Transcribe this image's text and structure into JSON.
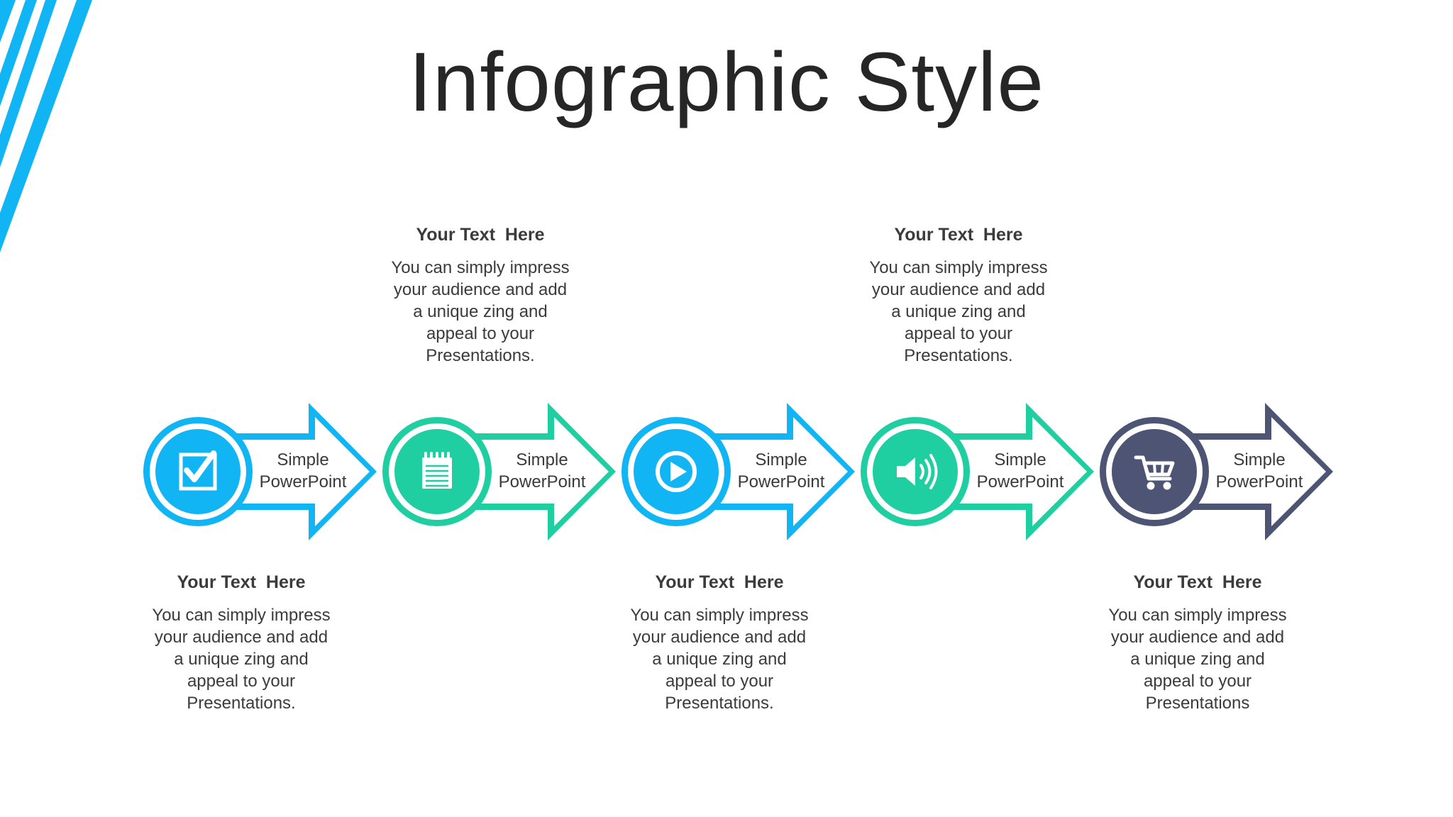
{
  "slide": {
    "title": "Infographic Style"
  },
  "colors": {
    "blue": "#12b5f3",
    "teal": "#20cfa1",
    "navy": "#4e5474",
    "text_dark": "#262626",
    "text_body": "#3b3b3b",
    "background": "#ffffff"
  },
  "steps": [
    {
      "label": "Simple\nPowerPoint",
      "color": "#12b5f3",
      "icon": "checkbox-icon",
      "heading": "Your Text  Here",
      "body": "You can simply impress\nyour audience and add\na unique zing and\nappeal to your\nPresentations.",
      "text_position": "below"
    },
    {
      "label": "Simple\nPowerPoint",
      "color": "#20cfa1",
      "icon": "notepad-icon",
      "heading": "Your Text  Here",
      "body": "You can simply impress\nyour audience and add\na unique zing and\nappeal to your\nPresentations.",
      "text_position": "above"
    },
    {
      "label": "Simple\nPowerPoint",
      "color": "#12b5f3",
      "icon": "play-icon",
      "heading": "Your Text  Here",
      "body": "You can simply impress\nyour audience and add\na unique zing and\nappeal to your\nPresentations.",
      "text_position": "below"
    },
    {
      "label": "Simple\nPowerPoint",
      "color": "#20cfa1",
      "icon": "speaker-icon",
      "heading": "Your Text  Here",
      "body": "You can simply impress\nyour audience and add\na unique zing and\nappeal to your\nPresentations.",
      "text_position": "above"
    },
    {
      "label": "Simple\nPowerPoint",
      "color": "#4e5474",
      "icon": "cart-icon",
      "heading": "Your Text  Here",
      "body": "You can simply impress\nyour audience and add\na unique zing and\nappeal to your\nPresentations",
      "text_position": "below"
    }
  ]
}
